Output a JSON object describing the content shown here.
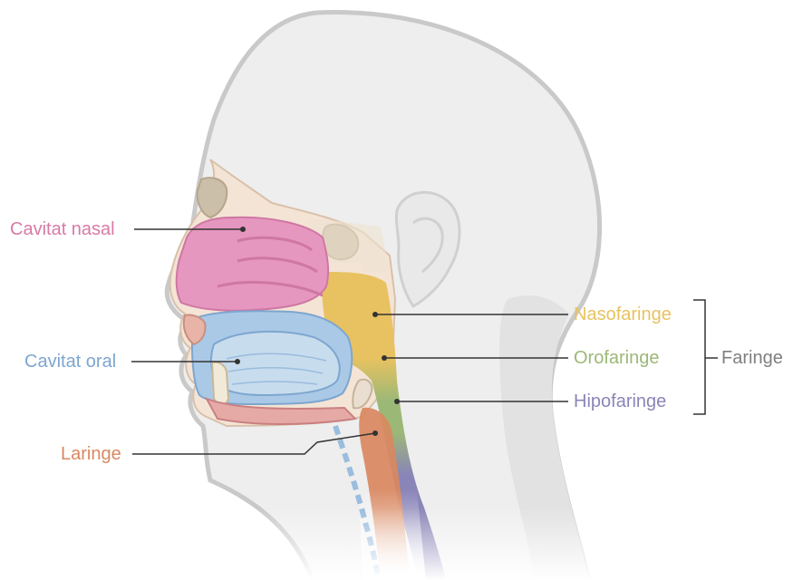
{
  "diagram": {
    "labels": {
      "cavitat_nasal": "Cavitat nasal",
      "cavitat_oral": "Cavitat oral",
      "laringe": "Laringe",
      "nasofaringe": "Nasofaringe",
      "orofaringe": "Orofaringe",
      "hipofaringe": "Hipofaringe",
      "faringe": "Faringe"
    },
    "colors": {
      "cavitat_nasal": "#d77aa6",
      "cavitat_oral": "#7ea6cf",
      "laringe": "#d98860",
      "nasofaringe": "#e8c260",
      "orofaringe": "#9cb877",
      "hipofaringe": "#8a85b8",
      "faringe": "#7f7f7f",
      "leader_line": "#333333"
    }
  }
}
